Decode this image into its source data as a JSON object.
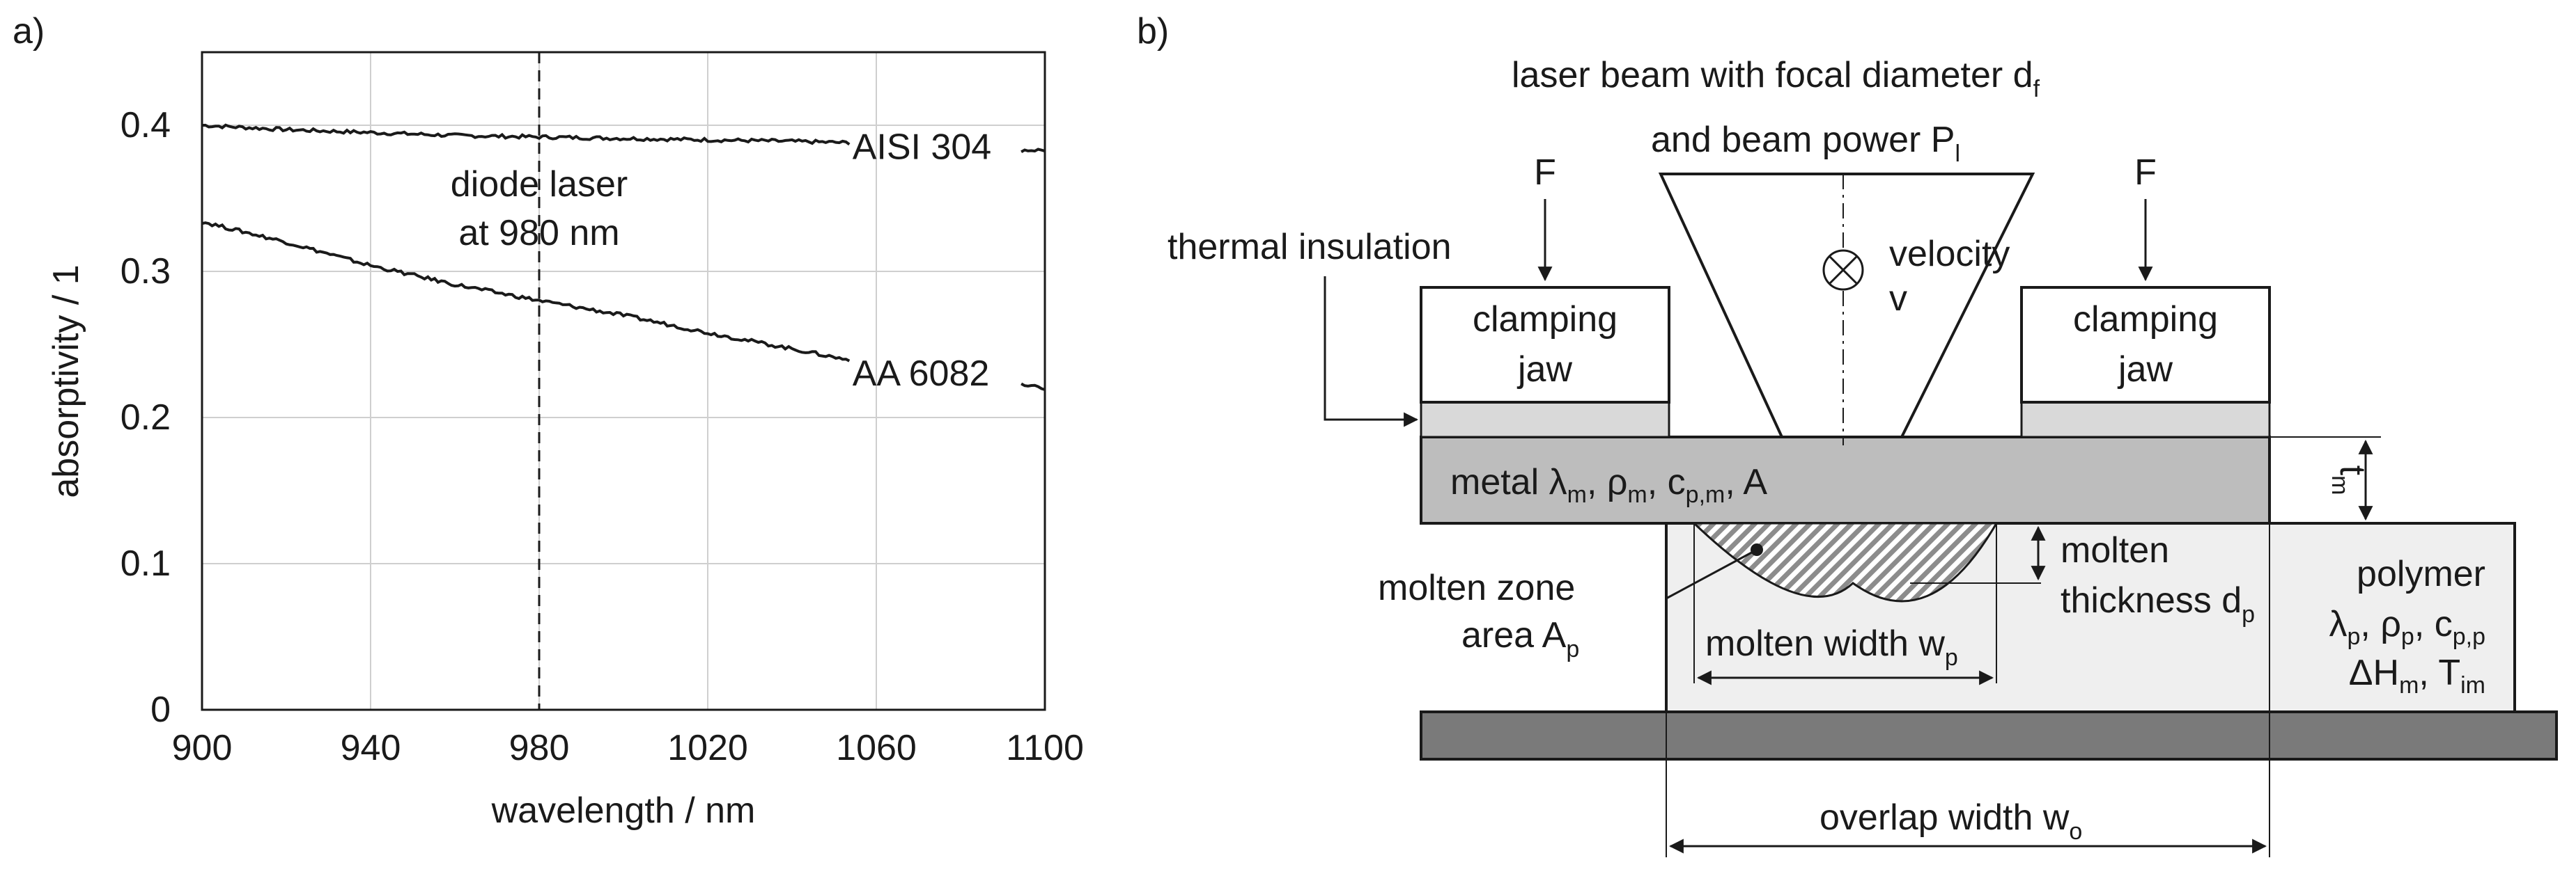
{
  "panel_a": {
    "label": "a)",
    "chart_data": {
      "type": "line",
      "xlabel": "wavelength / nm",
      "ylabel": "absorptivity / 1",
      "xlim": [
        900,
        1100
      ],
      "ylim": [
        0,
        0.45
      ],
      "x_ticks": [
        "900",
        "940",
        "980",
        "1020",
        "1060",
        "1100"
      ],
      "y_ticks": [
        "0",
        "0.1",
        "0.2",
        "0.3",
        "0.4"
      ],
      "grid": true,
      "series": [
        {
          "name": "AISI 304",
          "x": [
            900,
            920,
            940,
            960,
            980,
            1000,
            1020,
            1040,
            1054,
            1094,
            1100
          ],
          "y": [
            0.4,
            0.397,
            0.395,
            0.393,
            0.392,
            0.391,
            0.39,
            0.389,
            0.388,
            0.383,
            0.383
          ]
        },
        {
          "name": "AA 6082",
          "x": [
            900,
            920,
            940,
            960,
            980,
            1000,
            1020,
            1040,
            1054,
            1094,
            1100
          ],
          "y": [
            0.334,
            0.32,
            0.304,
            0.291,
            0.28,
            0.27,
            0.258,
            0.247,
            0.239,
            0.222,
            0.22
          ]
        }
      ],
      "annotation": {
        "x": 980,
        "line1": "diode laser",
        "line2": "at 980 nm"
      }
    }
  },
  "panel_b": {
    "label": "b)",
    "beam_line1": {
      "text": "laser beam with focal diameter d",
      "sub": "f"
    },
    "beam_line2": {
      "text": "and beam power P",
      "sub": "l"
    },
    "force_left": "F",
    "force_right": "F",
    "thermal_insulation": "thermal insulation",
    "jaw_left": [
      "clamping",
      "jaw"
    ],
    "jaw_right": [
      "clamping",
      "jaw"
    ],
    "velocity": [
      "velocity",
      "v"
    ],
    "metal": "metal λm, ρm, cp,m, A",
    "metal_thickness": {
      "text": "t",
      "sub": "m"
    },
    "molten_thickness": {
      "line1": "molten",
      "line2": "thickness d",
      "sub": "p"
    },
    "molten_zone": {
      "line1": "molten zone",
      "line2": "area A",
      "sub": "p"
    },
    "molten_width": {
      "text": "molten width w",
      "sub": "p"
    },
    "polymer": [
      "polymer",
      "λp, ρp, cp,p",
      "ΔHm, Tim"
    ],
    "overlap_width": {
      "text": "overlap width w",
      "sub": "o"
    },
    "colors": {
      "metal": "#bdbdbd",
      "insulation": "#d9d9d9",
      "polymer": "#efefef",
      "base": "#7a7a7a",
      "melt": "#8c8c8c"
    }
  }
}
